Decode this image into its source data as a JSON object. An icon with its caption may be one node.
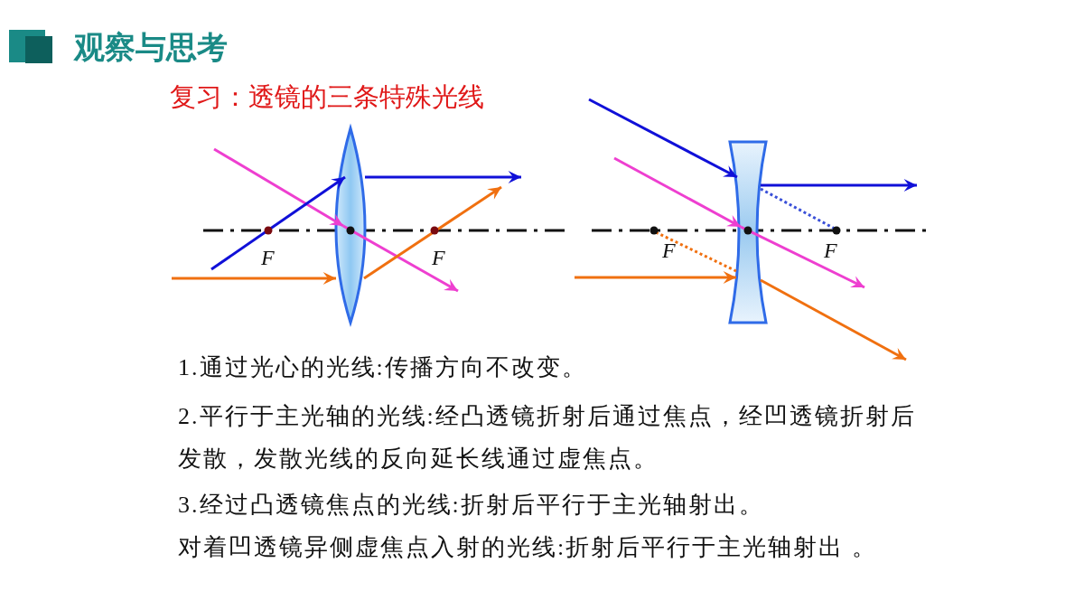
{
  "diagram": {
    "title": "观察与思考",
    "labels": [
      "复习：透镜的三条特殊光线",
      "F",
      "F",
      "F",
      "F",
      "1.通过光心的光线:传播方向不改变。",
      "2.平行于主光轴的光线:经凸透镜折射后通过焦点，经凹透镜折射后发散，发散光线的反向延长线通过虚焦点。",
      "3.经过凸透镜焦点的光线:折射后平行于主光轴射出。",
      "对着凹透镜异侧虚焦点入射的光线:折射后平行于主光轴射出 。"
    ]
  }
}
